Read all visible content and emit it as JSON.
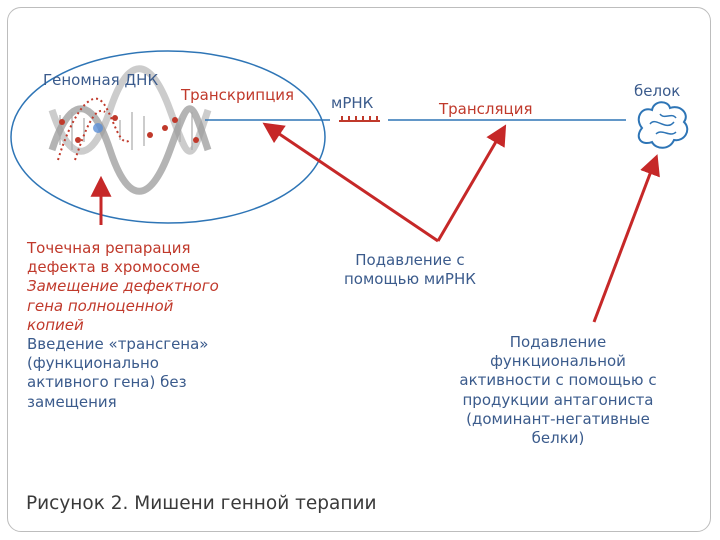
{
  "labels": {
    "genomic_dna": "Геномная ДНК",
    "transcription": "Транскрипция",
    "mrna": "мРНК",
    "translation": "Трансляция",
    "protein": "белок"
  },
  "left_block": {
    "line1": "Точечная репарация",
    "line2": "дефекта в хромосоме",
    "italic1": "Замещение дефектного",
    "italic2": "гена полноценной",
    "italic3": "копией",
    "blue1": "Введение «трансгена»",
    "blue2": "(функционально",
    "blue3": "активного гена) без",
    "blue4": "замещения"
  },
  "middle_block": {
    "line1": "Подавление с",
    "line2": "помощью миРНК"
  },
  "right_block": {
    "line1": "Подавление",
    "line2": "функциональной",
    "line3": "активности с помощью с",
    "line4": "продукции антагониста",
    "line5": "(доминант-негативные",
    "line6": "белки)"
  },
  "caption": "Рисунок 2. Мишени генной терапии",
  "colors": {
    "blue": "#3b5b8c",
    "red": "#c0392b",
    "arrow_red": "#c62828",
    "line_blue": "#2e75b6"
  }
}
